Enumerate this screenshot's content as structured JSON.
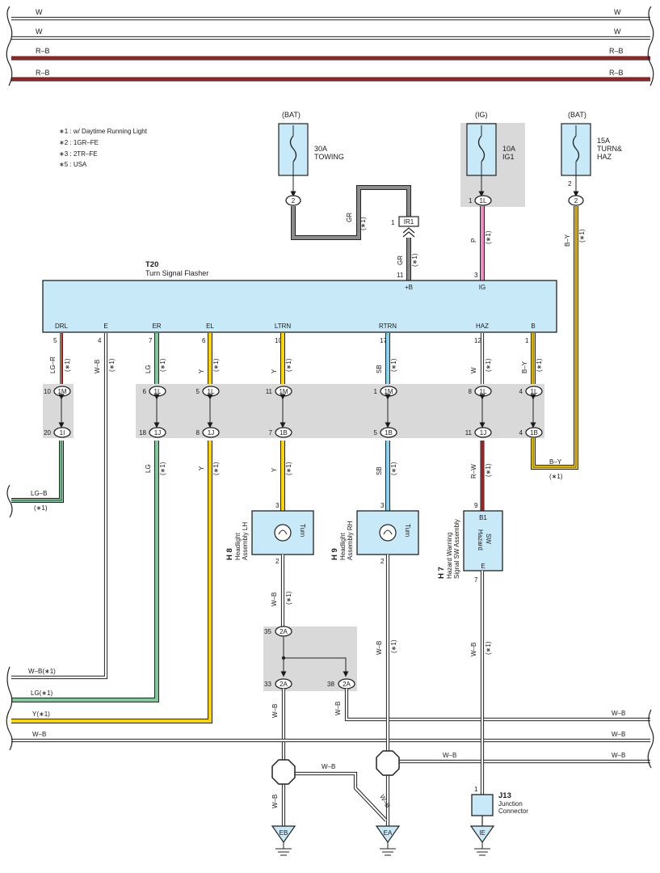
{
  "colors": {
    "white_wire": "#ffffff",
    "red_black_wire": "#e0262b",
    "gray_wire": "#8c8c8c",
    "pink_wire": "#f28bbf",
    "yellow_wire": "#ffd500",
    "green_wire": "#7ecb9c",
    "blue_wire": "#86d3f2",
    "component_fill": "#c8e9f8",
    "connector_shade": "#d9d9d9"
  },
  "bus_lines": [
    {
      "label_left": "W",
      "label_right": "W"
    },
    {
      "label_left": "W",
      "label_right": "W"
    },
    {
      "label_left": "R–B",
      "label_right": "R–B"
    },
    {
      "label_left": "R–B",
      "label_right": "R–B"
    }
  ],
  "notes": [
    "∗1 : w/ Daytime Running Light",
    "∗2 : 1GR–FE",
    "∗3 : 2TR–FE",
    "∗5 : USA"
  ],
  "fuses": [
    {
      "source": "(BAT)",
      "rating": "30A",
      "name": "TOWING",
      "pin": "2",
      "conn": ""
    },
    {
      "source": "(IG)",
      "rating": "10A",
      "name": "IG1",
      "pin": "1",
      "conn": "1L"
    },
    {
      "source": "(BAT)",
      "rating": "15A",
      "name": "TURN& HAZ",
      "pin": "2",
      "conn": ""
    }
  ],
  "flasher": {
    "code": "T20",
    "name": "Turn Signal Flasher",
    "top_terminals": [
      "+B",
      "IG"
    ],
    "top_pins": [
      "11",
      "3"
    ],
    "bottom_terminals": [
      "DRL",
      "E",
      "ER",
      "EL",
      "LTRN",
      "RTRN",
      "HAZ",
      "B"
    ],
    "bottom_pins": [
      "5",
      "4",
      "7",
      "6",
      "10",
      "17",
      "12",
      "1"
    ]
  },
  "ir1": {
    "pin": "1",
    "name": "IR1",
    "wire": "GR",
    "note": "(∗1)"
  },
  "wire_labels": {
    "gr": "GR",
    "p": "P",
    "by": "B–Y",
    "lgr": "LG–R",
    "wb": "W–B",
    "lg": "LG",
    "y": "Y",
    "sb": "SB",
    "w": "W",
    "rw": "R–W",
    "lgb": "LG–B",
    "note": "(∗1)"
  },
  "junction_top": [
    {
      "pin": "10",
      "conn": "1M"
    },
    {
      "pin": "6",
      "conn": "1L"
    },
    {
      "pin": "5",
      "conn": "1L"
    },
    {
      "pin": "11",
      "conn": "1M"
    },
    {
      "pin": "1",
      "conn": "1M"
    },
    {
      "pin": "8",
      "conn": "1L"
    },
    {
      "pin": "4",
      "conn": "1L"
    }
  ],
  "junction_bottom": [
    {
      "pin": "20",
      "conn": "1I"
    },
    {
      "pin": "18",
      "conn": "1J"
    },
    {
      "pin": "8",
      "conn": "1J"
    },
    {
      "pin": "7",
      "conn": "1B"
    },
    {
      "pin": "5",
      "conn": "1B"
    },
    {
      "pin": "11",
      "conn": "1J"
    },
    {
      "pin": "4",
      "conn": "1B"
    }
  ],
  "headlight_lh": {
    "code": "H 8",
    "name1": "Headlight",
    "name2": "Assembly LH",
    "label": "Turn",
    "pin_top": "3",
    "pin_bottom": "2"
  },
  "headlight_rh": {
    "code": "H 9",
    "name1": "Headlight",
    "name2": "Assembly RH",
    "label": "Turn",
    "pin_top": "3",
    "pin_bottom": "2"
  },
  "hazard_sw": {
    "code": "H 7",
    "name1": "Hazard Warning",
    "name2": "Signal SW Assembly",
    "label1": "Hazard",
    "label2": "SW",
    "term_top": "B1",
    "term_bottom": "E",
    "pin_top": "9",
    "pin_bottom": "7"
  },
  "junction_2a": [
    {
      "pin": "35",
      "conn": "2A"
    },
    {
      "pin": "33",
      "conn": "2A"
    },
    {
      "pin": "38",
      "conn": "2A"
    }
  ],
  "left_exit_labels": [
    "LG–B",
    "(∗1)",
    "W–B(∗1)",
    "LG(∗1)",
    "Y(∗1)",
    "W–B"
  ],
  "right_exit_labels": [
    "B–Y",
    "(∗1)",
    "W–B",
    "W–B",
    "W–B"
  ],
  "j13": {
    "code": "J13",
    "name1": "Junction",
    "name2": "Connector",
    "pin": "1"
  },
  "grounds": [
    "EB",
    "EA",
    "IE"
  ]
}
